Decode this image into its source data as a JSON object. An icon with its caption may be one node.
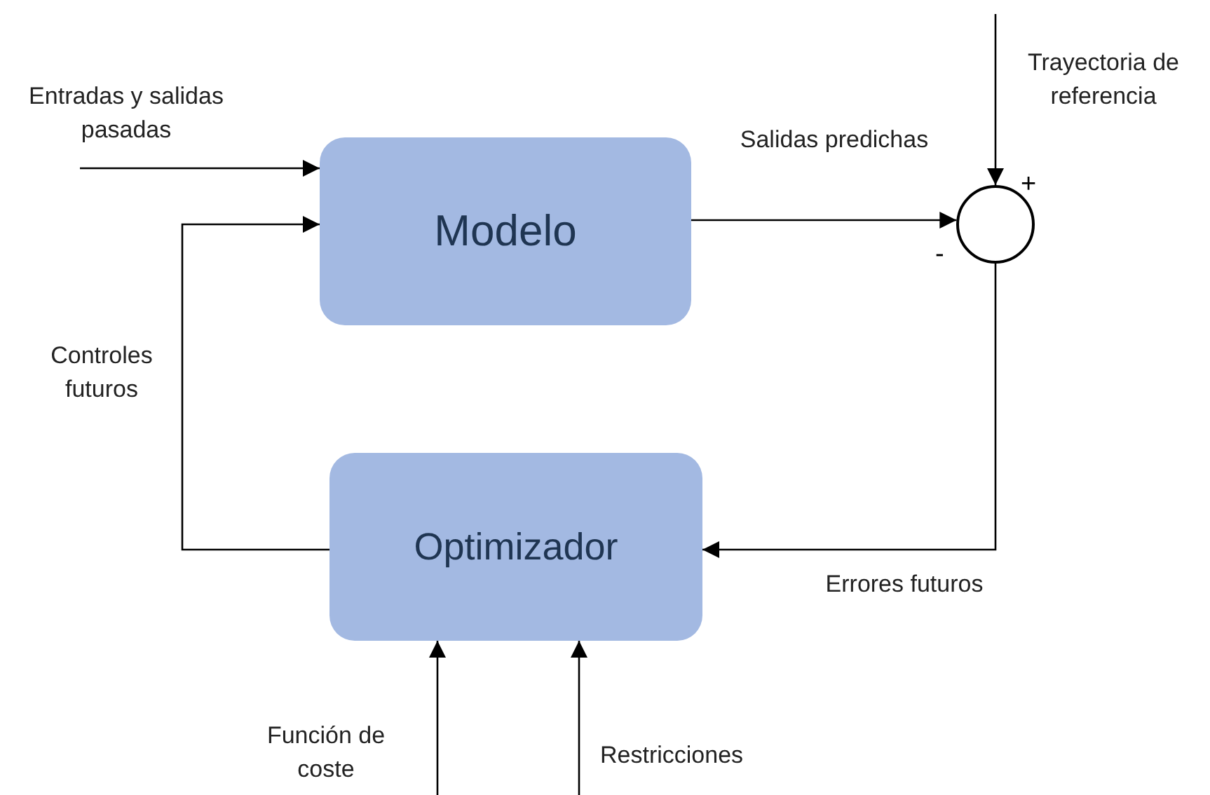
{
  "diagram": {
    "nodes": [
      {
        "text": [
          "Modelo"
        ]
      },
      {
        "text": [
          "Optimizador"
        ]
      },
      {
        "text": [],
        "shape": "circle",
        "beside": [
          "+",
          "-"
        ]
      }
    ],
    "edges": [
      {
        "from": null,
        "to": 0,
        "arrow": "to",
        "label": "Entradas y salidas pasadas"
      },
      {
        "from": 0,
        "to": 2,
        "arrow": "to",
        "label": "Salidas predichas"
      },
      {
        "from": null,
        "to": 2,
        "arrow": "to",
        "label": "Trayectoria de referencia"
      },
      {
        "from": 2,
        "to": 1,
        "arrow": "to",
        "label": "Errores futuros"
      },
      {
        "from": 1,
        "to": 0,
        "arrow": "to",
        "label": "Controles futuros"
      },
      {
        "from": null,
        "to": 1,
        "arrow": "to",
        "label": "Función de coste"
      },
      {
        "from": null,
        "to": 1,
        "arrow": "to",
        "label": "Restricciones"
      }
    ]
  }
}
